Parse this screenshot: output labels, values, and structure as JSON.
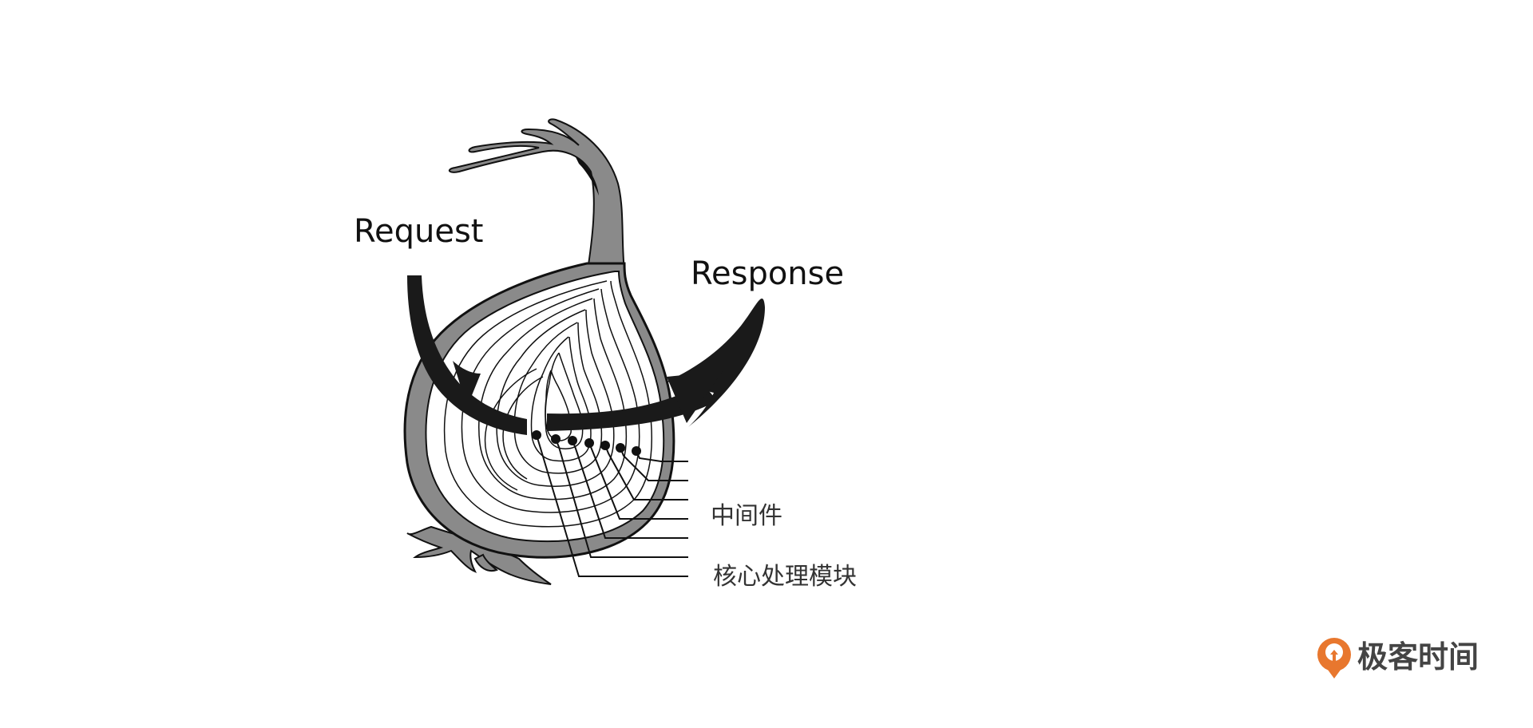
{
  "diagram": {
    "request_label": "Request",
    "response_label": "Response",
    "middleware_label": "中间件",
    "core_label": "核心处理模块"
  },
  "brand": {
    "name": "极客时间",
    "accent_color": "#e8772e"
  },
  "colors": {
    "onion_skin": "#8a8a8a",
    "flesh": "#ffffff",
    "outline": "#111111",
    "arrow": "#1a1a1a"
  }
}
